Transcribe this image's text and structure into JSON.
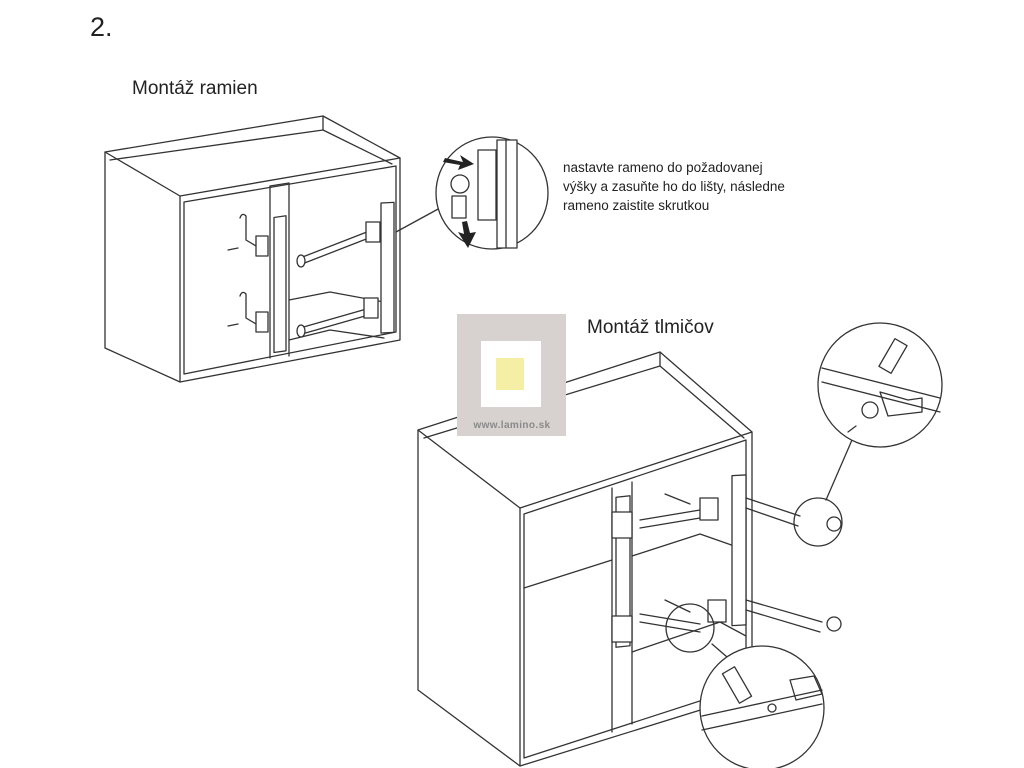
{
  "step_number": "2.",
  "section_arms": {
    "title": "Montáž ramien",
    "instruction_lines": [
      "nastavte rameno do požadovanej",
      "výšky a zasuňte ho do lišty, následne",
      "rameno zaistite skrutkou"
    ]
  },
  "section_damper": {
    "title": "Montáž tlmičov"
  },
  "watermark": {
    "text": "www.lamino.sk",
    "colors": {
      "frame": "#d7d1cf",
      "inner": "#ffffff",
      "square": "#f5efa6"
    }
  }
}
